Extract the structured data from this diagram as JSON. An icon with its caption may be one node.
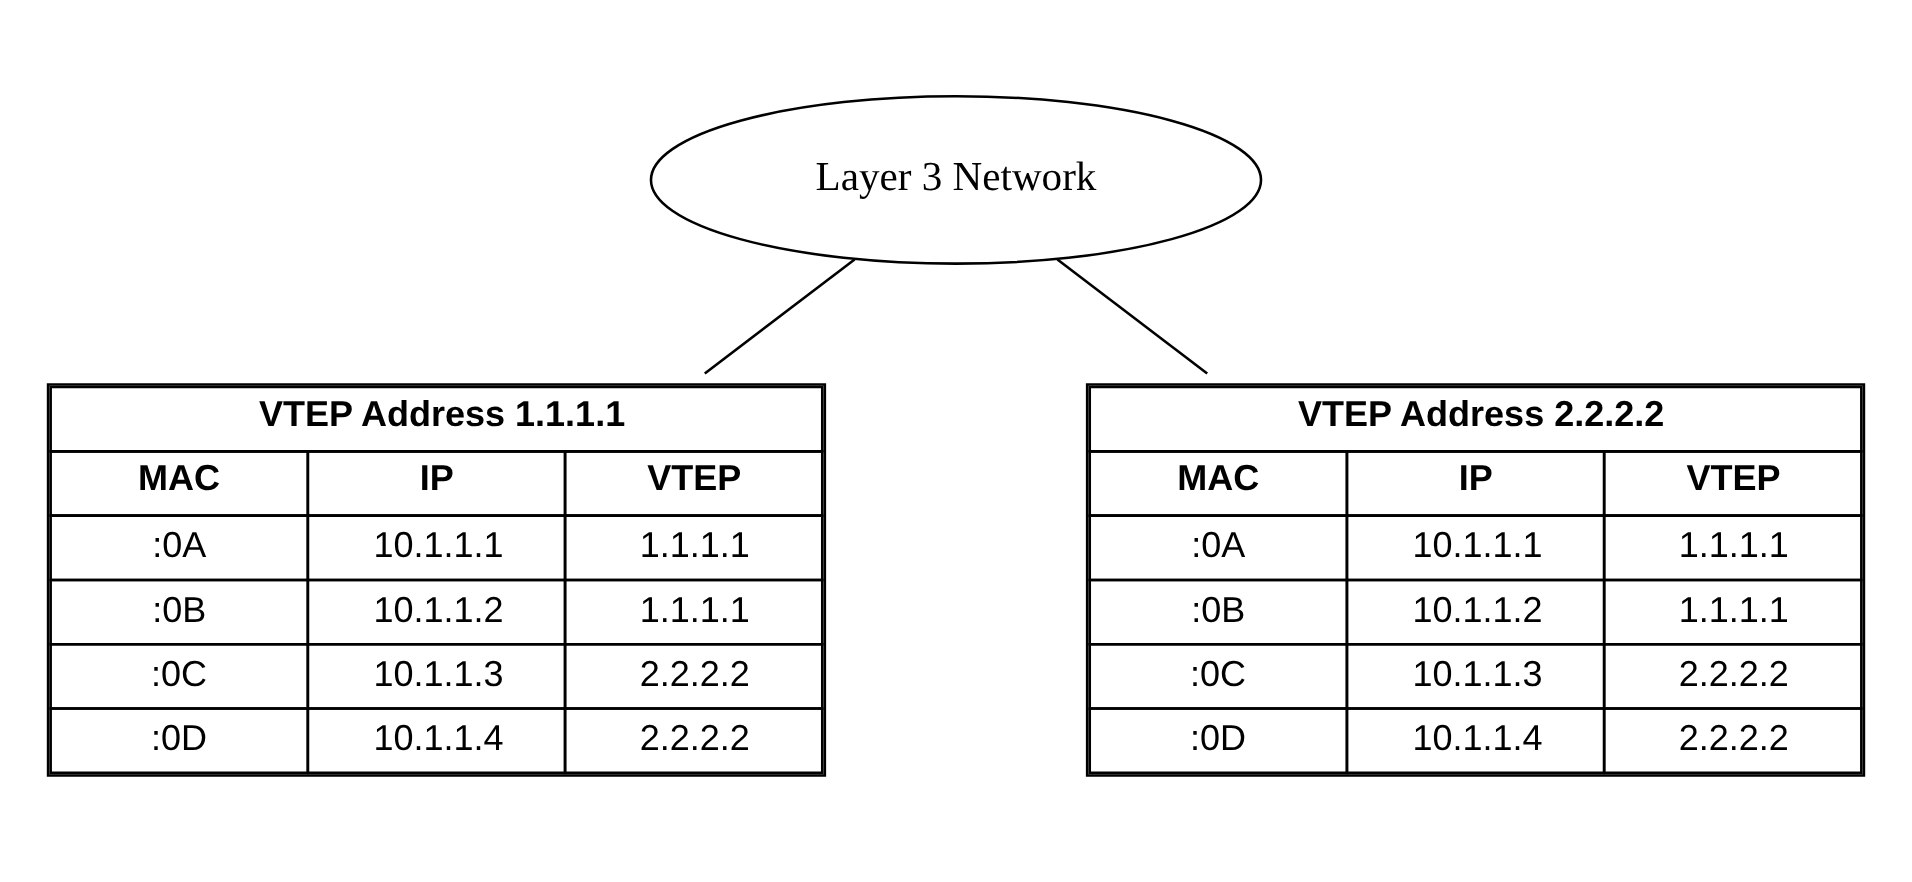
{
  "diagram": {
    "nodes": [
      {
        "text": [
          "Layer 3 Network"
        ]
      },
      {
        "text": [
          "VTEP Address 1.1.1.1",
          "MAC",
          "IP",
          "VTEP",
          ":0A",
          "10.1.1.1",
          "1.1.1.1",
          ":0B",
          "10.1.1.2",
          "1.1.1.1",
          ":0C",
          "10.1.1.3",
          "2.2.2.2",
          ":0D",
          "10.1.1.4",
          "2.2.2.2"
        ]
      },
      {
        "text": [
          "VTEP Address 2.2.2.2",
          "MAC",
          "IP",
          "VTEP",
          ":0A",
          "10.1.1.1",
          "1.1.1.1",
          ":0B",
          "10.1.1.2",
          "1.1.1.1",
          ":0C",
          "10.1.1.3",
          "2.2.2.2",
          ":0D",
          "10.1.1.4",
          "2.2.2.2"
        ]
      }
    ],
    "edges": [
      {
        "from": 0,
        "to": 1,
        "arrow": "none"
      },
      {
        "from": 0,
        "to": 2,
        "arrow": "none"
      }
    ]
  }
}
